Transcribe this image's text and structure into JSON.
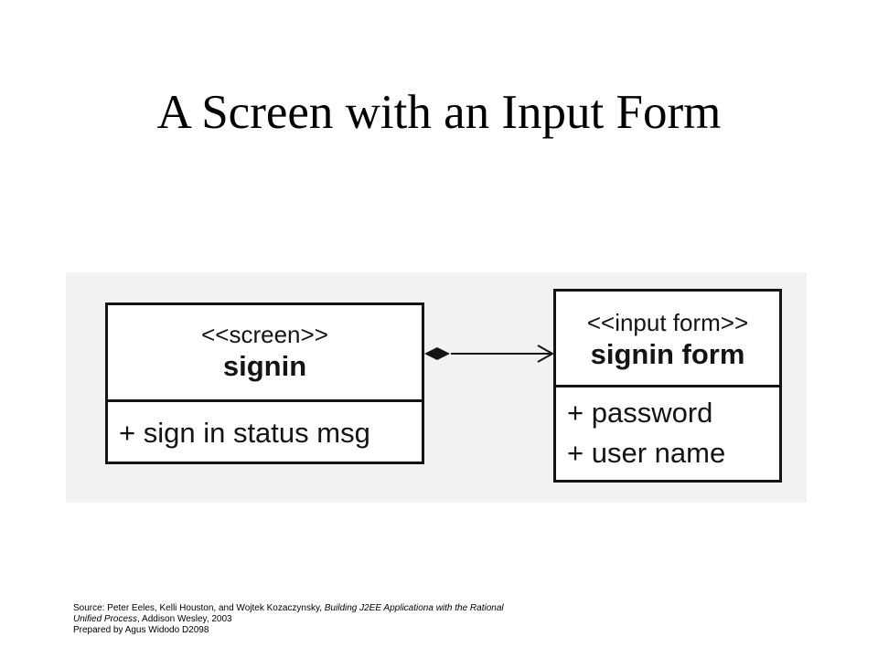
{
  "slide": {
    "title": "A Screen with an Input Form"
  },
  "diagram": {
    "screen_class": {
      "stereotype": "<<screen>>",
      "name": "signin",
      "attributes": [
        "+ sign in status msg"
      ]
    },
    "form_class": {
      "stereotype": "<<input form>>",
      "name": "signin form",
      "attributes": [
        "+ password",
        "+ user name"
      ]
    },
    "association": {
      "kind": "composition",
      "source_end": "filled-diamond",
      "target_end": "open-arrow"
    },
    "colors": {
      "ink": "#141414",
      "scan_background": "#f2f2f2"
    }
  },
  "footer": {
    "source_prefix": "Source: Peter Eeles, Kelli Houston, and Wojtek Kozaczynsky, ",
    "book_title_part1": "Building J2EE Applicationa with the Rational",
    "book_title_part2": "Unified Process",
    "publisher": ", Addison Wesley, 2003",
    "prepared_by": "Prepared by Agus Widodo D2098"
  }
}
